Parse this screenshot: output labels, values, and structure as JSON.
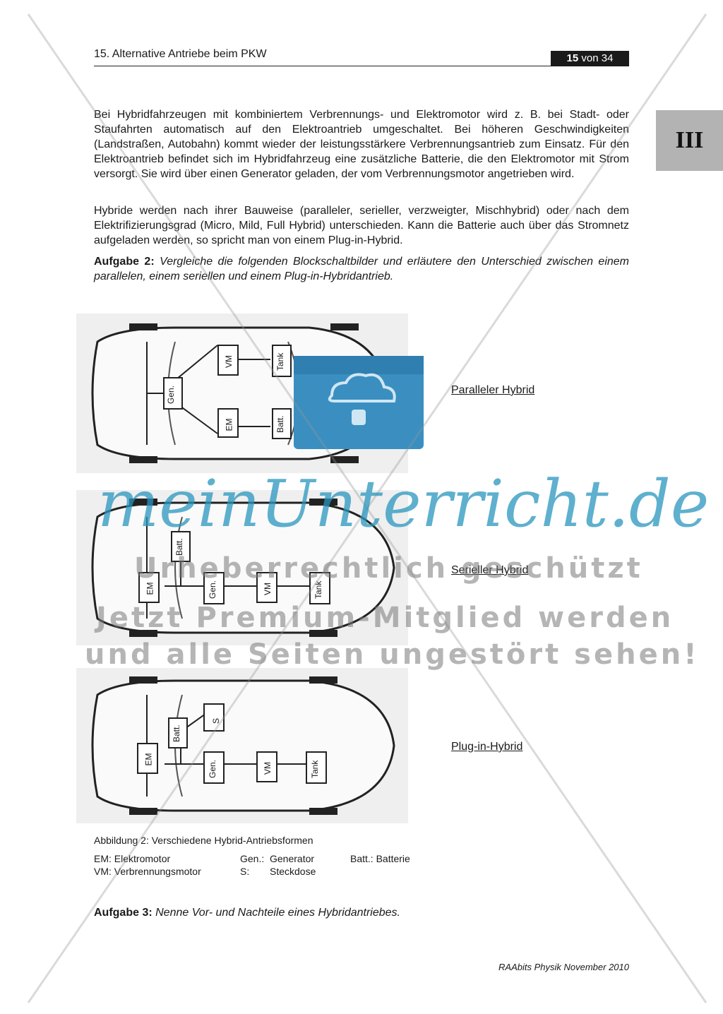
{
  "header": {
    "title": "15. Alternative Antriebe beim PKW",
    "page_current": "15",
    "page_total": "von 34"
  },
  "side_tab": "III",
  "paragraphs": {
    "p1": "Bei Hybridfahrzeugen mit kombiniertem Verbrennungs- und Elektromotor wird z. B. bei Stadt- oder Staufahrten automatisch auf den Elektroantrieb umgeschaltet. Bei höheren Geschwindigkeiten (Landstraßen, Autobahn) kommt wieder der leistungsstärkere Verbrennungsantrieb zum Einsatz. Für den Elektroantrieb befindet sich im Hybridfahrzeug eine zusätzliche Batterie, die den Elektromotor mit Strom versorgt. Sie wird über einen Generator geladen, der vom Verbrennungsmotor angetrieben wird.",
    "p2": "Hybride werden nach ihrer Bauweise (paralleler, serieller, verzweigter, Mischhybrid) oder nach dem  Elektrifizierungsgrad (Micro, Mild, Full Hybrid) unterschieden. Kann die Batterie auch über das Stromnetz aufgeladen werden, so spricht man von einem Plug-in-Hybrid."
  },
  "task2": {
    "label": "Aufgabe 2:",
    "text": "Vergleiche die folgenden Blockschaltbilder und erläutere den Unterschied zwischen einem parallelen, einem seriellen und einem Plug-in-Hybridantrieb."
  },
  "diagrams": [
    {
      "label": "Paralleler Hybrid",
      "boxes": {
        "gen": "Gen.",
        "vm": "VM",
        "tank": "Tank",
        "em": "EM",
        "batt": "Batt."
      }
    },
    {
      "label": "Serieller Hybrid",
      "boxes": {
        "batt": "Batt.",
        "em": "EM",
        "gen": "Gen.",
        "vm": "VM",
        "tank": "Tank"
      }
    },
    {
      "label": "Plug-in-Hybrid",
      "boxes": {
        "s": "S",
        "batt": "Batt.",
        "em": "EM",
        "gen": "Gen.",
        "vm": "VM",
        "tank": "Tank"
      }
    }
  ],
  "caption": "Abbildung 2: Verschiedene Hybrid-Antriebsformen",
  "legend": {
    "em": "EM: Elektromotor",
    "vm": "VM: Verbrennungsmotor",
    "gen_key": "Gen.:",
    "gen_val": "Generator",
    "s_key": "S:",
    "s_val": "Steckdose",
    "batt": "Batt.: Batterie"
  },
  "task3": {
    "label": "Aufgabe 3:",
    "text": "Nenne Vor- und Nachteile eines Hybridantriebes."
  },
  "footer": "RAAbits Physik November 2010",
  "watermark": {
    "brand": "meinUnterricht.de",
    "line1": "Urheberrechtlich geschützt",
    "line2": "Jetzt Premium-Mitglied werden",
    "line3": "und alle Seiten ungestört sehen!"
  },
  "colors": {
    "watermark_blue": "#2b96be",
    "cloud_blue": "#3a8fc0",
    "tab_gray": "#b3b3b3"
  }
}
